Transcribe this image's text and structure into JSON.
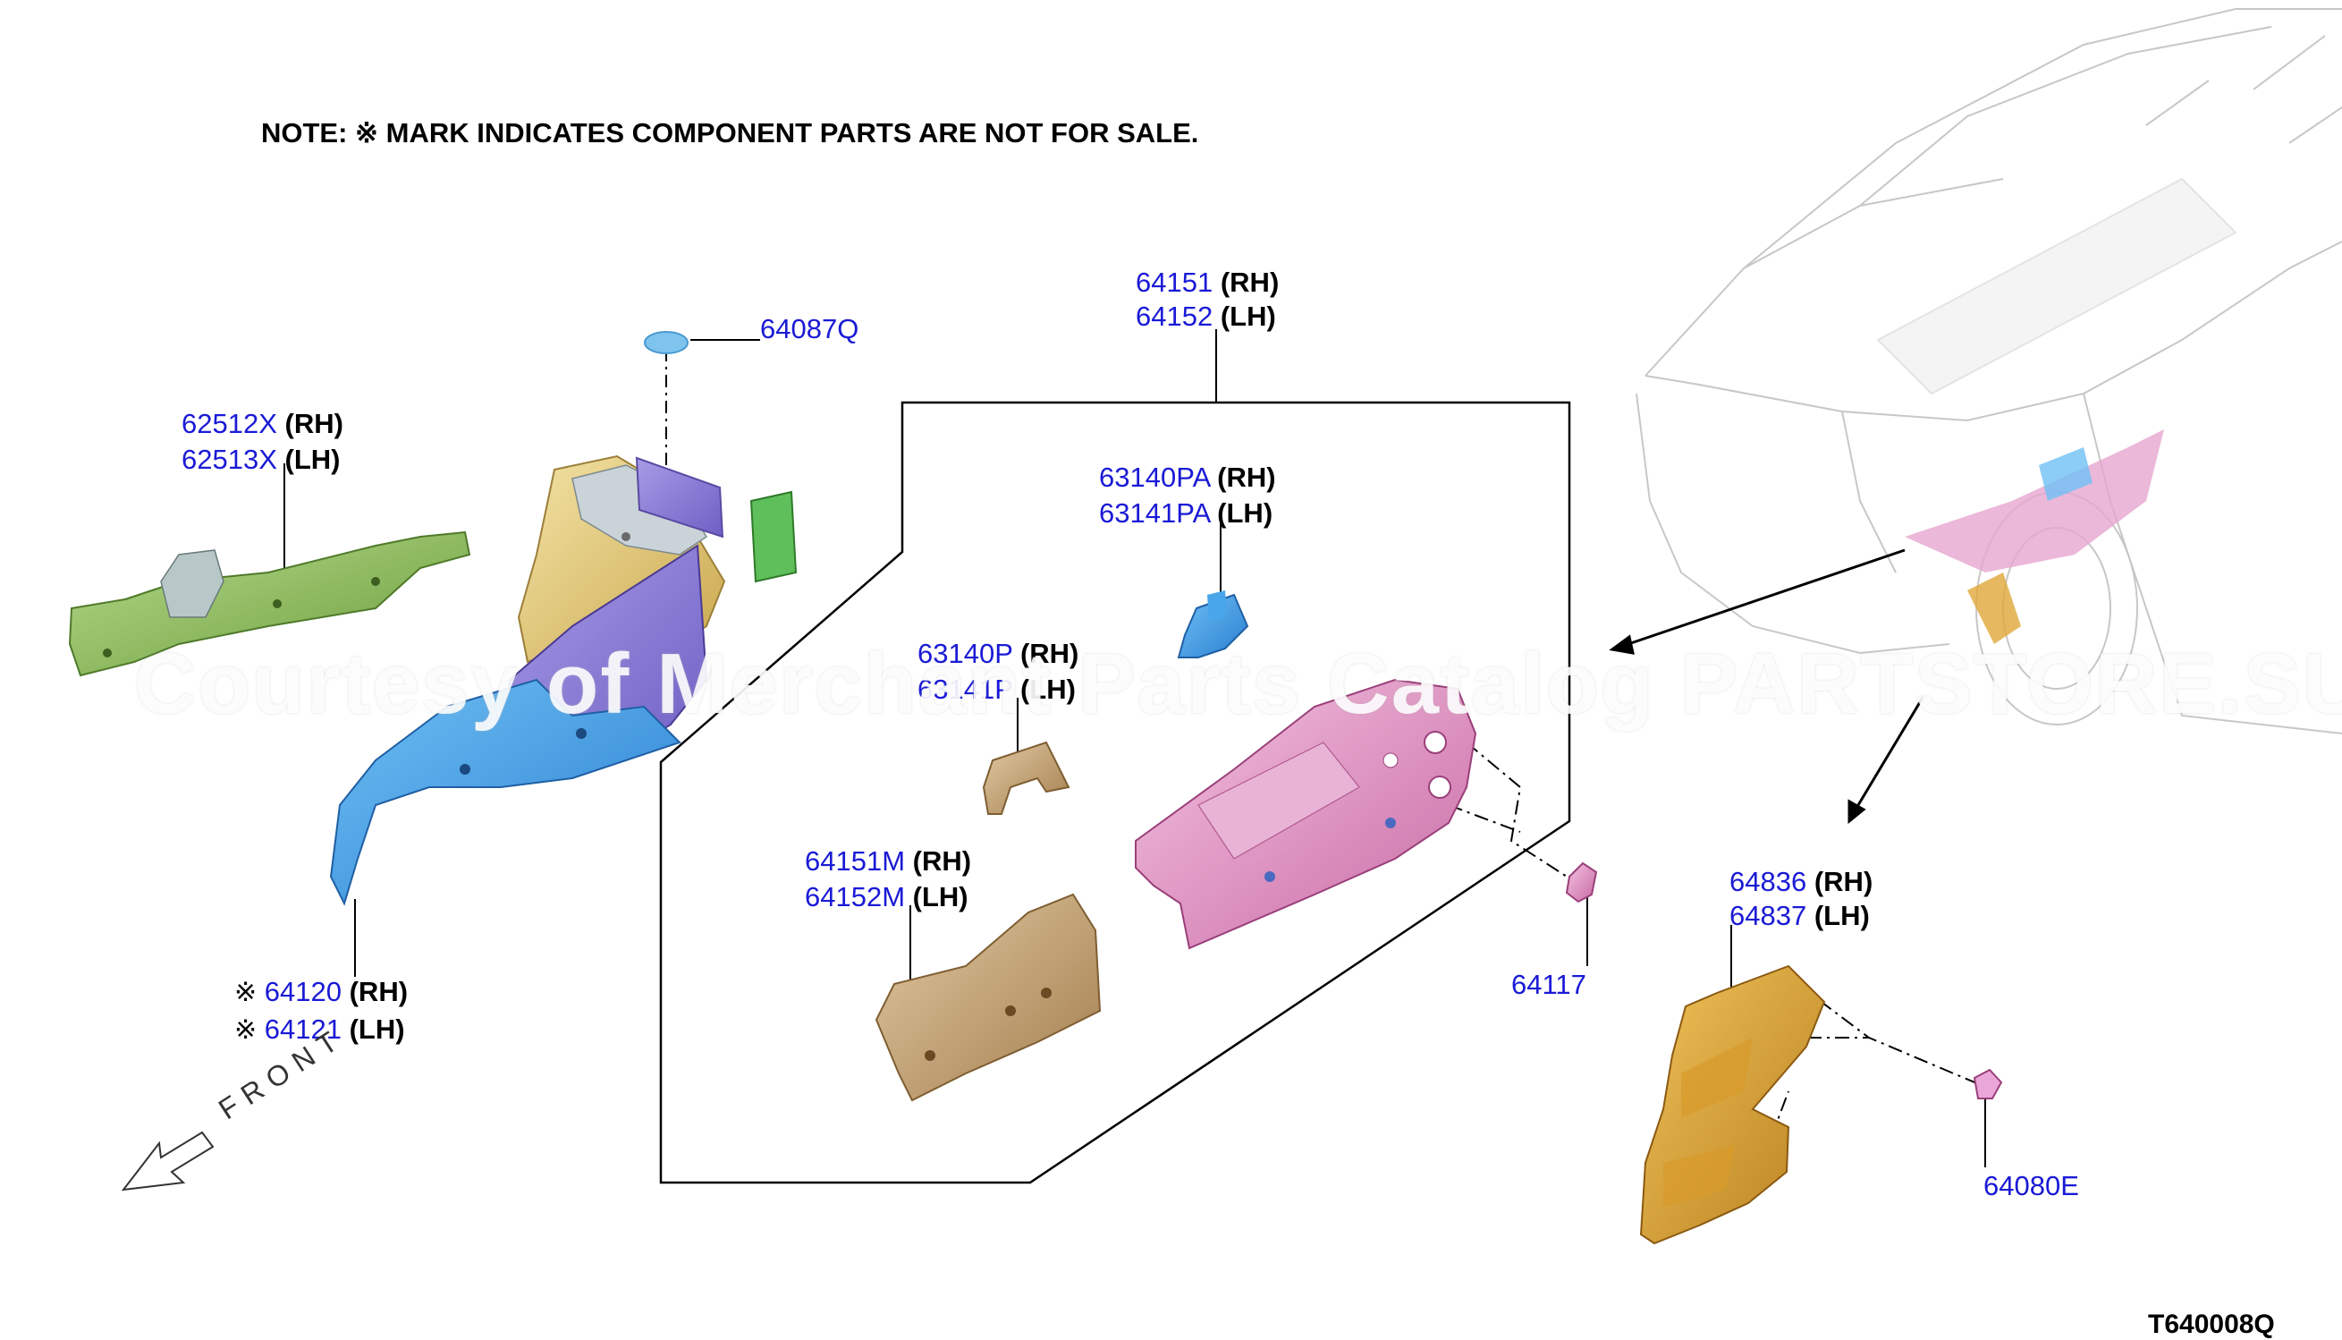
{
  "note": "NOTE: ※ MARK INDICATES COMPONENT PARTS ARE NOT FOR SALE.",
  "diagram_code": "T640008Q",
  "front_label": "FRONT",
  "watermark": "Courtesy of Merchant Parts Catalog  PARTSTORE.SU",
  "colors": {
    "part_number": "#1a1ad6",
    "green_member": "#8fc35a",
    "blue_housing": "#3a9ee8",
    "purple_panel": "#8f7fd6",
    "yellow_hood": "#e6cf7a",
    "pink_member": "#e39bc9",
    "tan_bracket": "#c9a577",
    "orange_shield": "#e0a83a"
  },
  "labels": {
    "p64087q": "64087Q",
    "p62512x": "62512X",
    "p62512x_side": "(RH)",
    "p62513x": "62513X",
    "p62513x_side": "(LH)",
    "p64151": "64151",
    "p64151_side": "(RH)",
    "p64152": "64152",
    "p64152_side": "(LH)",
    "p63140pa": "63140PA",
    "p63140pa_side": "(RH)",
    "p63141pa": "63141PA",
    "p63141pa_side": "(LH)",
    "p63140p": "63140P",
    "p63140p_side": "(RH)",
    "p63141p": "63141P",
    "p63141p_side": "(LH)",
    "p64151m": "64151M",
    "p64151m_side": "(RH)",
    "p64152m": "64152M",
    "p64152m_side": "(LH)",
    "p64120_mark": "※",
    "p64120": "64120",
    "p64120_side": "(RH)",
    "p64121_mark": "※",
    "p64121": "64121",
    "p64121_side": "(LH)",
    "p64117": "64117",
    "p64836": "64836",
    "p64836_side": "(RH)",
    "p64837": "64837",
    "p64837_side": "(LH)",
    "p64080e": "64080E"
  }
}
